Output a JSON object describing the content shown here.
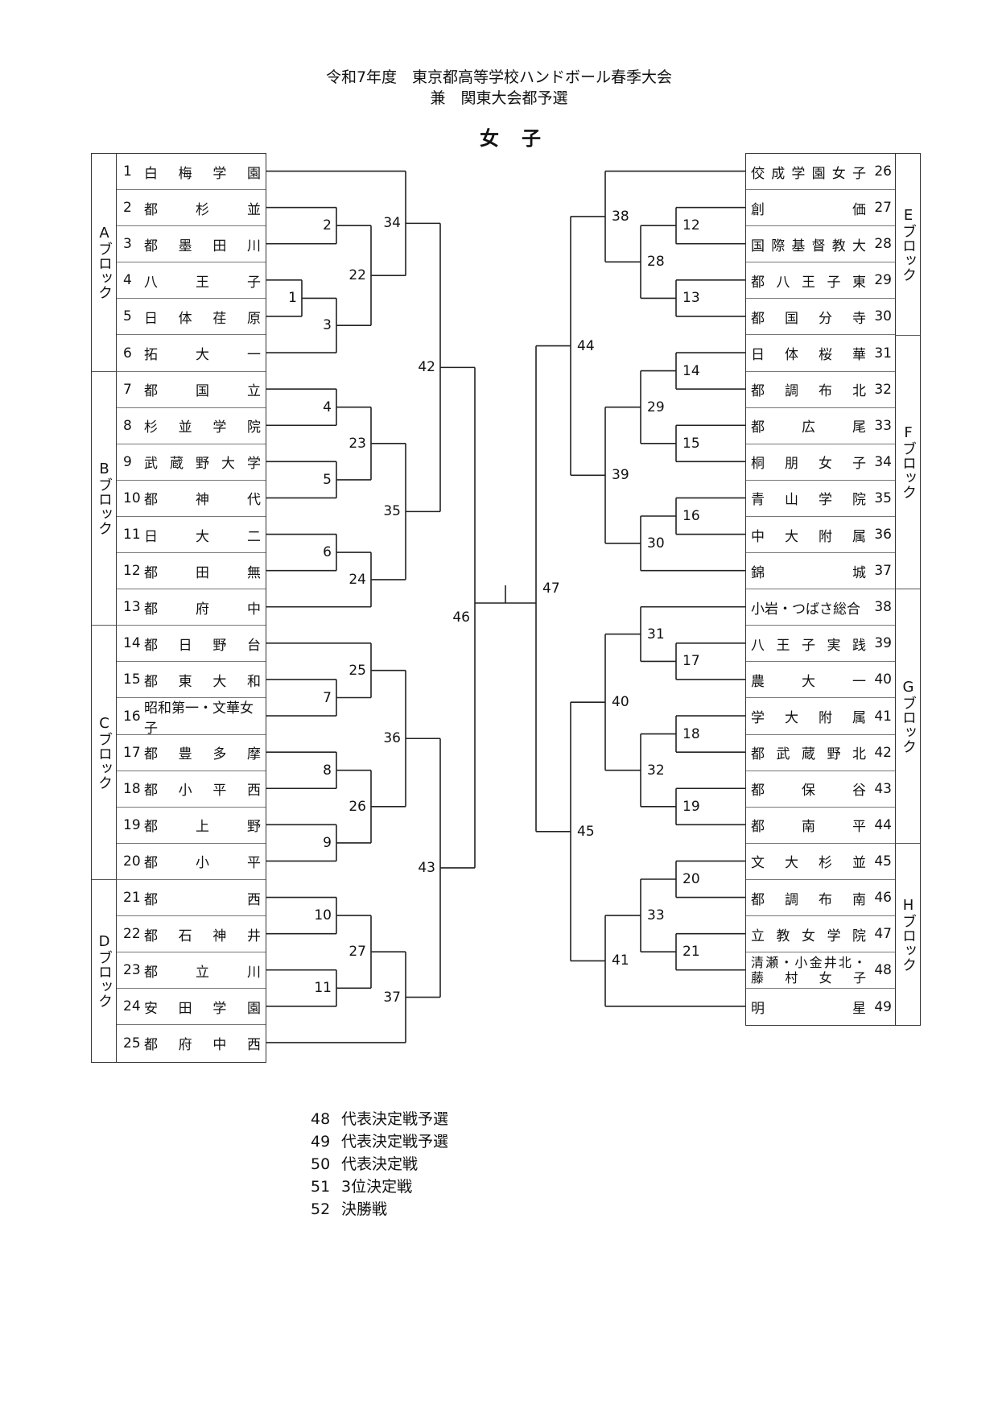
{
  "header": {
    "title": "令和7年度　東京都高等学校ハンドボール春季大会",
    "subtitle": "兼　関東大会都予選",
    "category": "女子"
  },
  "left_blocks": [
    {
      "label": "Aブロック",
      "rows": 6
    },
    {
      "label": "Bブロック",
      "rows": 7
    },
    {
      "label": "Cブロック",
      "rows": 7
    },
    {
      "label": "Dブロック",
      "rows": 5
    }
  ],
  "right_blocks": [
    {
      "label": "Eブロック",
      "rows": 5
    },
    {
      "label": "Fブロック",
      "rows": 7
    },
    {
      "label": "Gブロック",
      "rows": 7
    },
    {
      "label": "Hブロック",
      "rows": 5
    }
  ],
  "left_teams": [
    {
      "no": "1",
      "chars": [
        "白",
        "梅",
        "学",
        "園"
      ]
    },
    {
      "no": "2",
      "chars": [
        "都",
        "杉",
        "並"
      ]
    },
    {
      "no": "3",
      "chars": [
        "都",
        "墨",
        "田",
        "川"
      ]
    },
    {
      "no": "4",
      "chars": [
        "八",
        "王",
        "子"
      ]
    },
    {
      "no": "5",
      "chars": [
        "日",
        "体",
        "荏",
        "原"
      ]
    },
    {
      "no": "6",
      "chars": [
        "拓",
        "大",
        "一"
      ]
    },
    {
      "no": "7",
      "chars": [
        "都",
        "国",
        "立"
      ]
    },
    {
      "no": "8",
      "chars": [
        "杉",
        "並",
        "学",
        "院"
      ]
    },
    {
      "no": "9",
      "chars": [
        "武",
        "蔵",
        "野",
        "大",
        "学"
      ]
    },
    {
      "no": "10",
      "chars": [
        "都",
        "神",
        "代"
      ]
    },
    {
      "no": "11",
      "chars": [
        "日",
        "大",
        "二"
      ]
    },
    {
      "no": "12",
      "chars": [
        "都",
        "田",
        "無"
      ]
    },
    {
      "no": "13",
      "chars": [
        "都",
        "府",
        "中"
      ]
    },
    {
      "no": "14",
      "chars": [
        "都",
        "日",
        "野",
        "台"
      ]
    },
    {
      "no": "15",
      "chars": [
        "都",
        "東",
        "大",
        "和"
      ]
    },
    {
      "no": "16",
      "chars": [
        "昭和第一・文華女子"
      ]
    },
    {
      "no": "17",
      "chars": [
        "都",
        "豊",
        "多",
        "摩"
      ]
    },
    {
      "no": "18",
      "chars": [
        "都",
        "小",
        "平",
        "西"
      ]
    },
    {
      "no": "19",
      "chars": [
        "都",
        "上",
        "野"
      ]
    },
    {
      "no": "20",
      "chars": [
        "都",
        "小",
        "平"
      ]
    },
    {
      "no": "21",
      "chars": [
        "都",
        "西"
      ]
    },
    {
      "no": "22",
      "chars": [
        "都",
        "石",
        "神",
        "井"
      ]
    },
    {
      "no": "23",
      "chars": [
        "都",
        "立",
        "川"
      ]
    },
    {
      "no": "24",
      "chars": [
        "安",
        "田",
        "学",
        "園"
      ]
    },
    {
      "no": "25",
      "chars": [
        "都",
        "府",
        "中",
        "西"
      ]
    }
  ],
  "right_teams": [
    {
      "no": "26",
      "chars": [
        "佼",
        "成",
        "学",
        "園",
        "女",
        "子"
      ]
    },
    {
      "no": "27",
      "chars": [
        "創",
        "価"
      ]
    },
    {
      "no": "28",
      "chars": [
        "国",
        "際",
        "基",
        "督",
        "教",
        "大"
      ]
    },
    {
      "no": "29",
      "chars": [
        "都",
        "八",
        "王",
        "子",
        "東"
      ]
    },
    {
      "no": "30",
      "chars": [
        "都",
        "国",
        "分",
        "寺"
      ]
    },
    {
      "no": "31",
      "chars": [
        "日",
        "体",
        "桜",
        "華"
      ]
    },
    {
      "no": "32",
      "chars": [
        "都",
        "調",
        "布",
        "北"
      ]
    },
    {
      "no": "33",
      "chars": [
        "都",
        "広",
        "尾"
      ]
    },
    {
      "no": "34",
      "chars": [
        "桐",
        "朋",
        "女",
        "子"
      ]
    },
    {
      "no": "35",
      "chars": [
        "青",
        "山",
        "学",
        "院"
      ]
    },
    {
      "no": "36",
      "chars": [
        "中",
        "大",
        "附",
        "属"
      ]
    },
    {
      "no": "37",
      "chars": [
        "錦",
        "城"
      ]
    },
    {
      "no": "38",
      "chars": [
        "小岩・つばさ総合"
      ]
    },
    {
      "no": "39",
      "chars": [
        "八",
        "王",
        "子",
        "実",
        "践"
      ]
    },
    {
      "no": "40",
      "chars": [
        "農",
        "大",
        "一"
      ]
    },
    {
      "no": "41",
      "chars": [
        "学",
        "大",
        "附",
        "属"
      ]
    },
    {
      "no": "42",
      "chars": [
        "都",
        "武",
        "蔵",
        "野",
        "北"
      ]
    },
    {
      "no": "43",
      "chars": [
        "都",
        "保",
        "谷"
      ]
    },
    {
      "no": "44",
      "chars": [
        "都",
        "南",
        "平"
      ]
    },
    {
      "no": "45",
      "chars": [
        "文",
        "大",
        "杉",
        "並"
      ]
    },
    {
      "no": "46",
      "chars": [
        "都",
        "調",
        "布",
        "南"
      ]
    },
    {
      "no": "47",
      "chars": [
        "立",
        "教",
        "女",
        "学",
        "院"
      ]
    },
    {
      "no": "48",
      "lines": [
        [
          "清",
          "瀬",
          "・",
          "小",
          "金",
          "井",
          "北",
          "・"
        ],
        [
          "藤",
          "村",
          "女",
          "子"
        ]
      ]
    },
    {
      "no": "49",
      "chars": [
        "明",
        "星"
      ]
    }
  ],
  "matches": {
    "left": [
      {
        "id": "1",
        "a": [
          4
        ],
        "b": [
          5
        ],
        "level": 1
      },
      {
        "id": "2",
        "a": [
          2
        ],
        "b": [
          3
        ],
        "level": 2
      },
      {
        "id": "3",
        "a": [
          "m1"
        ],
        "b": [
          6
        ],
        "level": 2
      },
      {
        "id": "22",
        "a": [
          "m2"
        ],
        "b": [
          "m3"
        ],
        "level": 3
      },
      {
        "id": "34",
        "a": [
          1
        ],
        "b": [
          "m22"
        ],
        "level": 4
      },
      {
        "id": "4",
        "a": [
          7
        ],
        "b": [
          8
        ],
        "level": 2
      },
      {
        "id": "5",
        "a": [
          9
        ],
        "b": [
          10
        ],
        "level": 2
      },
      {
        "id": "23",
        "a": [
          "m4"
        ],
        "b": [
          "m5"
        ],
        "level": 3
      },
      {
        "id": "6",
        "a": [
          11
        ],
        "b": [
          12
        ],
        "level": 2
      },
      {
        "id": "24",
        "a": [
          "m6"
        ],
        "b": [
          13
        ],
        "level": 3
      },
      {
        "id": "35",
        "a": [
          "m23"
        ],
        "b": [
          "m24"
        ],
        "level": 4
      },
      {
        "id": "42",
        "a": [
          "m34"
        ],
        "b": [
          "m35"
        ],
        "level": 5
      },
      {
        "id": "7",
        "a": [
          15
        ],
        "b": [
          16
        ],
        "level": 2
      },
      {
        "id": "25",
        "a": [
          14
        ],
        "b": [
          "m7"
        ],
        "level": 3
      },
      {
        "id": "8",
        "a": [
          17
        ],
        "b": [
          18
        ],
        "level": 2
      },
      {
        "id": "9",
        "a": [
          19
        ],
        "b": [
          20
        ],
        "level": 2
      },
      {
        "id": "26",
        "a": [
          "m8"
        ],
        "b": [
          "m9"
        ],
        "level": 3
      },
      {
        "id": "36",
        "a": [
          "m25"
        ],
        "b": [
          "m26"
        ],
        "level": 4
      },
      {
        "id": "10",
        "a": [
          21
        ],
        "b": [
          22
        ],
        "level": 2
      },
      {
        "id": "11",
        "a": [
          23
        ],
        "b": [
          24
        ],
        "level": 2
      },
      {
        "id": "27",
        "a": [
          "m10"
        ],
        "b": [
          "m11"
        ],
        "level": 3
      },
      {
        "id": "37",
        "a": [
          "m27"
        ],
        "b": [
          25
        ],
        "level": 4
      },
      {
        "id": "43",
        "a": [
          "m36"
        ],
        "b": [
          "m37"
        ],
        "level": 5
      },
      {
        "id": "46",
        "a": [
          "m42"
        ],
        "b": [
          "m43"
        ],
        "level": 6
      }
    ],
    "right": [
      {
        "id": "12",
        "a": [
          27
        ],
        "b": [
          28
        ],
        "level": 2
      },
      {
        "id": "13",
        "a": [
          29
        ],
        "b": [
          30
        ],
        "level": 2
      },
      {
        "id": "28",
        "a": [
          "m12"
        ],
        "b": [
          "m13"
        ],
        "level": 3
      },
      {
        "id": "38",
        "a": [
          26
        ],
        "b": [
          "m28"
        ],
        "level": 4
      },
      {
        "id": "14",
        "a": [
          31
        ],
        "b": [
          32
        ],
        "level": 2
      },
      {
        "id": "15",
        "a": [
          33
        ],
        "b": [
          34
        ],
        "level": 2
      },
      {
        "id": "29",
        "a": [
          "m14"
        ],
        "b": [
          "m15"
        ],
        "level": 3
      },
      {
        "id": "16",
        "a": [
          35
        ],
        "b": [
          36
        ],
        "level": 2
      },
      {
        "id": "30",
        "a": [
          "m16"
        ],
        "b": [
          37
        ],
        "level": 3
      },
      {
        "id": "39",
        "a": [
          "m29"
        ],
        "b": [
          "m30"
        ],
        "level": 4
      },
      {
        "id": "44",
        "a": [
          "m38"
        ],
        "b": [
          "m39"
        ],
        "level": 5
      },
      {
        "id": "17",
        "a": [
          39
        ],
        "b": [
          40
        ],
        "level": 2
      },
      {
        "id": "31",
        "a": [
          38
        ],
        "b": [
          "m17"
        ],
        "level": 3
      },
      {
        "id": "18",
        "a": [
          41
        ],
        "b": [
          42
        ],
        "level": 2
      },
      {
        "id": "19",
        "a": [
          43
        ],
        "b": [
          44
        ],
        "level": 2
      },
      {
        "id": "32",
        "a": [
          "m18"
        ],
        "b": [
          "m19"
        ],
        "level": 3
      },
      {
        "id": "40",
        "a": [
          "m31"
        ],
        "b": [
          "m32"
        ],
        "level": 4
      },
      {
        "id": "20",
        "a": [
          45
        ],
        "b": [
          46
        ],
        "level": 2
      },
      {
        "id": "21",
        "a": [
          47
        ],
        "b": [
          48
        ],
        "level": 2
      },
      {
        "id": "33",
        "a": [
          "m20"
        ],
        "b": [
          "m21"
        ],
        "level": 3
      },
      {
        "id": "41",
        "a": [
          "m33"
        ],
        "b": [
          49
        ],
        "level": 4
      },
      {
        "id": "45",
        "a": [
          "m40"
        ],
        "b": [
          "m41"
        ],
        "level": 5
      },
      {
        "id": "47",
        "a": [
          "m44"
        ],
        "b": [
          "m45"
        ],
        "level": 6
      }
    ]
  },
  "legend": [
    {
      "no": "48",
      "text": "代表決定戦予選"
    },
    {
      "no": "49",
      "text": "代表決定戦予選"
    },
    {
      "no": "50",
      "text": "代表決定戦"
    },
    {
      "no": "51",
      "text": "3位決定戦"
    },
    {
      "no": "52",
      "text": "決勝戦"
    }
  ]
}
